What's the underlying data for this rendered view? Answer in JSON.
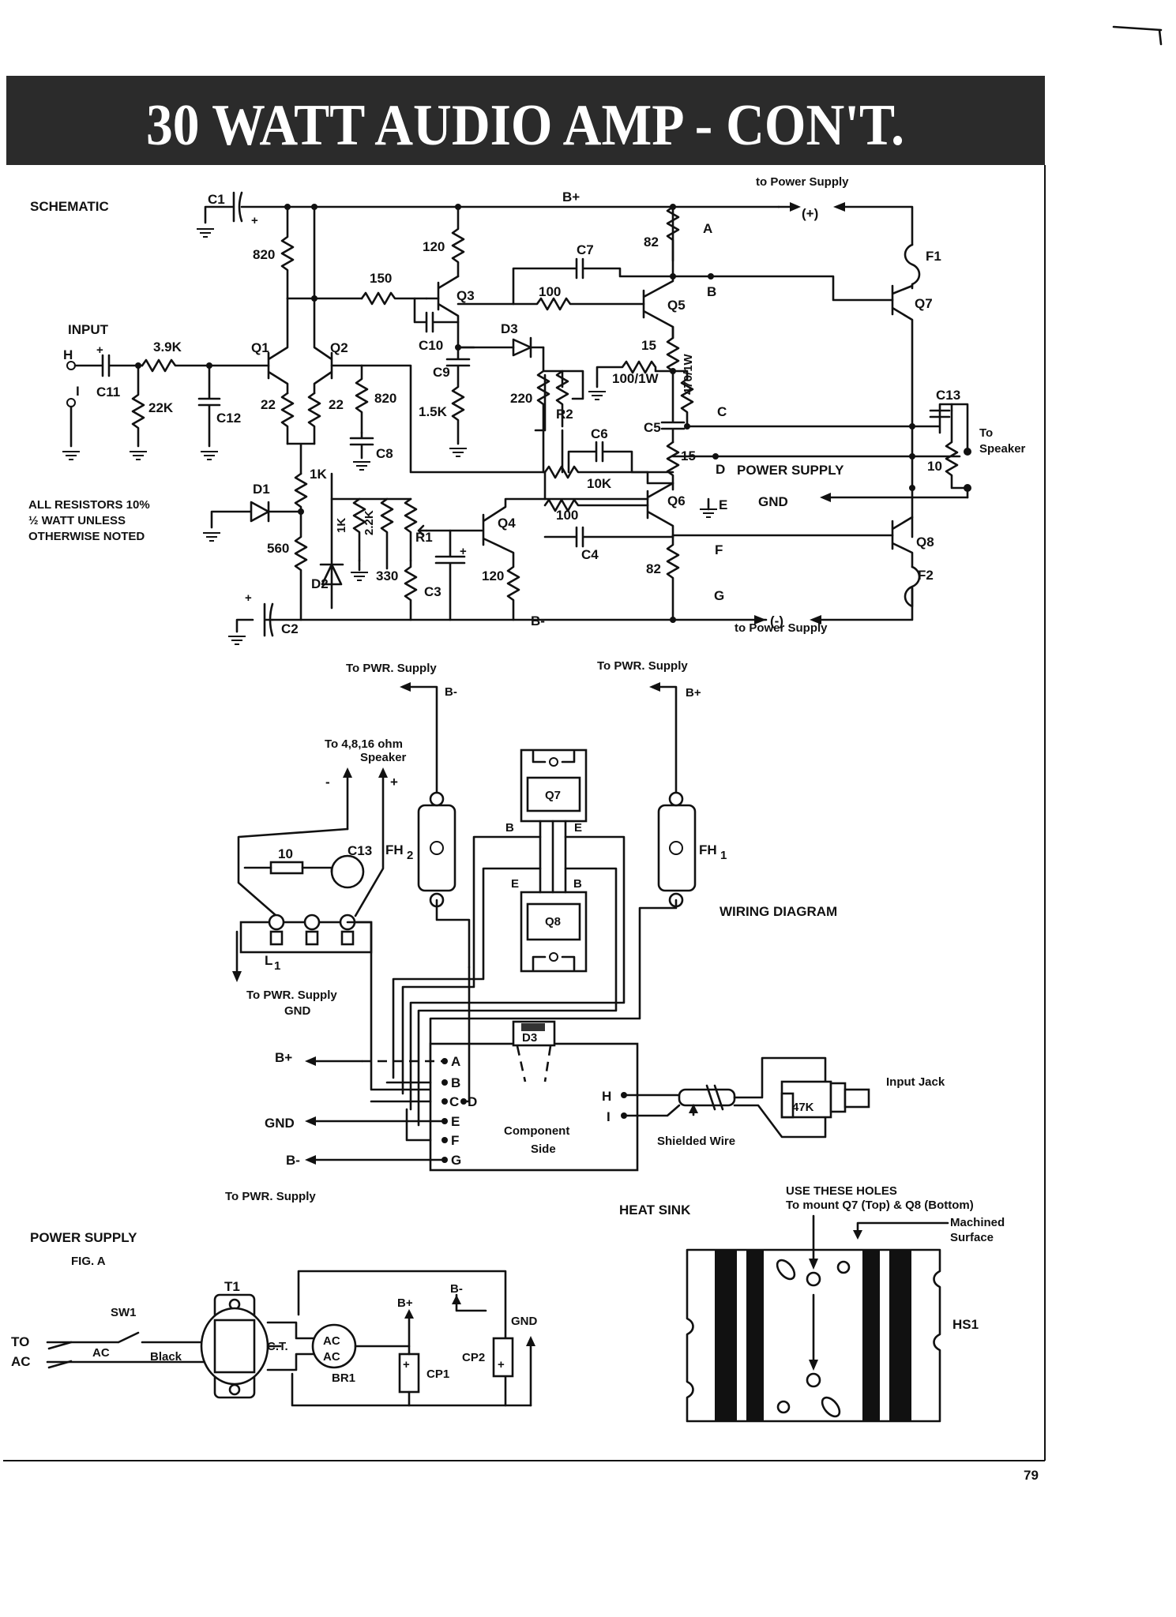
{
  "page": {
    "title": "30 WATT AUDIO AMP - CON'T.",
    "page_number": "79"
  },
  "schematic": {
    "heading": "SCHEMATIC",
    "note": [
      "ALL RESISTORS 10%",
      "½ WATT UNLESS",
      "OTHERWISE NOTED"
    ],
    "input_label": "INPUT",
    "input_h": "H",
    "input_i": "I",
    "to_power_supply_top": "to Power Supply",
    "to_power_supply_bottom": "to Power Supply",
    "rail_bplus": "B+",
    "rail_bminus": "B-",
    "plus_sym": "(+)",
    "minus_sym": "(-)",
    "power_supply_label": "POWER SUPPLY",
    "gnd_label": "GND",
    "to_speaker": [
      "To",
      "Speaker"
    ],
    "nodes": [
      "A",
      "B",
      "C",
      "D",
      "E",
      "F",
      "G"
    ],
    "parts": {
      "C1": "C1",
      "C2": "C2",
      "C3": "C3",
      "C4": "C4",
      "C5": "C5",
      "C6": "C6",
      "C7": "C7",
      "C8": "C8",
      "C9": "C9",
      "C10": "C10",
      "C11": "C11",
      "C12": "C12",
      "C13": "C13",
      "Q1": "Q1",
      "Q2": "Q2",
      "Q3": "Q3",
      "Q4": "Q4",
      "Q5": "Q5",
      "Q6": "Q6",
      "Q7": "Q7",
      "Q8": "Q8",
      "D1": "D1",
      "D2": "D2",
      "D3": "D3",
      "R1": "R1",
      "R2": "R2",
      "F1": "F1",
      "F2": "F2"
    },
    "values": {
      "r820a": "820",
      "r820b": "820",
      "r120a": "120",
      "r120b": "120",
      "r82a": "82",
      "r82b": "82",
      "r150": "150",
      "r100a": "100",
      "r100b": "100",
      "r15a": "15",
      "r15b": "15",
      "r3_9k": "3.9K",
      "r22k": "22K",
      "r22a": "22",
      "r22b": "22",
      "r1k": "1K",
      "r1_5k": "1.5K",
      "r220": "220",
      "r100_1w": "100/1W",
      "r470_1w": "470/1W",
      "r10k": "10K",
      "r560": "560",
      "r1k2": "1K",
      "r2_2k": "2.2K",
      "r330": "330",
      "r10": "10"
    }
  },
  "wiring": {
    "heading": "WIRING DIAGRAM",
    "to_pwr_bminus": "To PWR. Supply",
    "bminus": "B-",
    "to_pwr_bplus": "To PWR. Supply",
    "bplus": "B+",
    "speaker_label": [
      "To 4,8,16 ohm",
      "Speaker"
    ],
    "minus": "-",
    "plus": "+",
    "r10": "10",
    "c13": "C13",
    "fh2": "FH",
    "fh2_sub": "2",
    "fh1": "FH",
    "fh1_sub": "1",
    "q7": "Q7",
    "q8": "Q8",
    "b": "B",
    "e": "E",
    "l1": "L",
    "l1_sub": "1",
    "to_pwr_gnd": [
      "To PWR. Supply",
      "GND"
    ],
    "board_terminals": [
      "A",
      "B",
      "C",
      "E",
      "F",
      "G"
    ],
    "board_d": "D",
    "board_d3": "D3",
    "component_side": [
      "Component",
      "Side"
    ],
    "board_h": "H",
    "board_i": "I",
    "left_bplus": "B+",
    "left_gnd": "GND",
    "left_bminus": "B-",
    "to_pwr_bottom": "To PWR. Supply",
    "shielded_wire": "Shielded Wire",
    "r47k": "47K",
    "input_jack": "Input Jack"
  },
  "heat_sink": {
    "heading": "HEAT SINK",
    "instruction": [
      "USE THESE HOLES",
      "To mount Q7 (Top) & Q8 (Bottom)"
    ],
    "machined": [
      "Machined",
      "Surface"
    ],
    "label": "HS1"
  },
  "power_supply": {
    "heading": "POWER SUPPLY",
    "fig": "FIG. A",
    "to_ac": [
      "TO",
      "AC"
    ],
    "ac": "AC",
    "sw1": "SW1",
    "black": "Black",
    "t1": "T1",
    "ct": "C.T.",
    "ac1": "AC",
    "ac2": "AC",
    "br1": "BR1",
    "bplus": "B+",
    "bminus": "B-",
    "gnd": "GND",
    "cp1": "CP1",
    "cp2": "CP2"
  }
}
